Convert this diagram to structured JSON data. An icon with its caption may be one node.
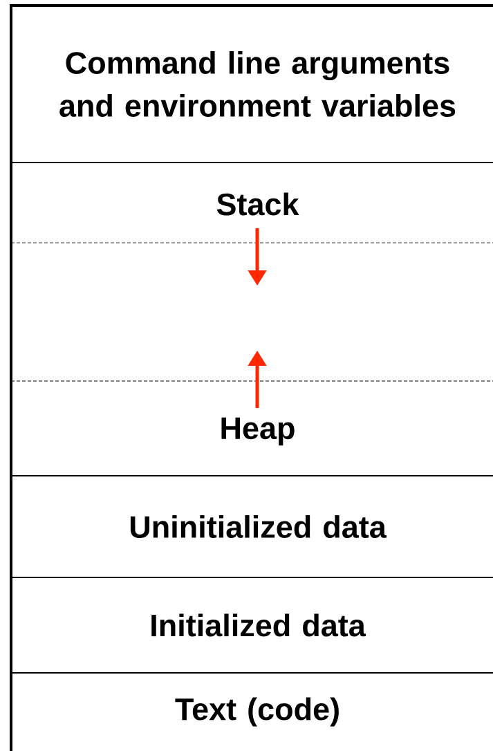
{
  "diagram": {
    "nodes": [
      {
        "text": [
          "Command line arguments and environment variables"
        ]
      },
      {
        "text": [
          "Stack"
        ]
      },
      {
        "text": [
          "Heap"
        ]
      },
      {
        "text": [
          "Uninitialized data"
        ]
      },
      {
        "text": [
          "Initialized data"
        ]
      },
      {
        "text": [
          "Text (code)"
        ]
      }
    ]
  }
}
